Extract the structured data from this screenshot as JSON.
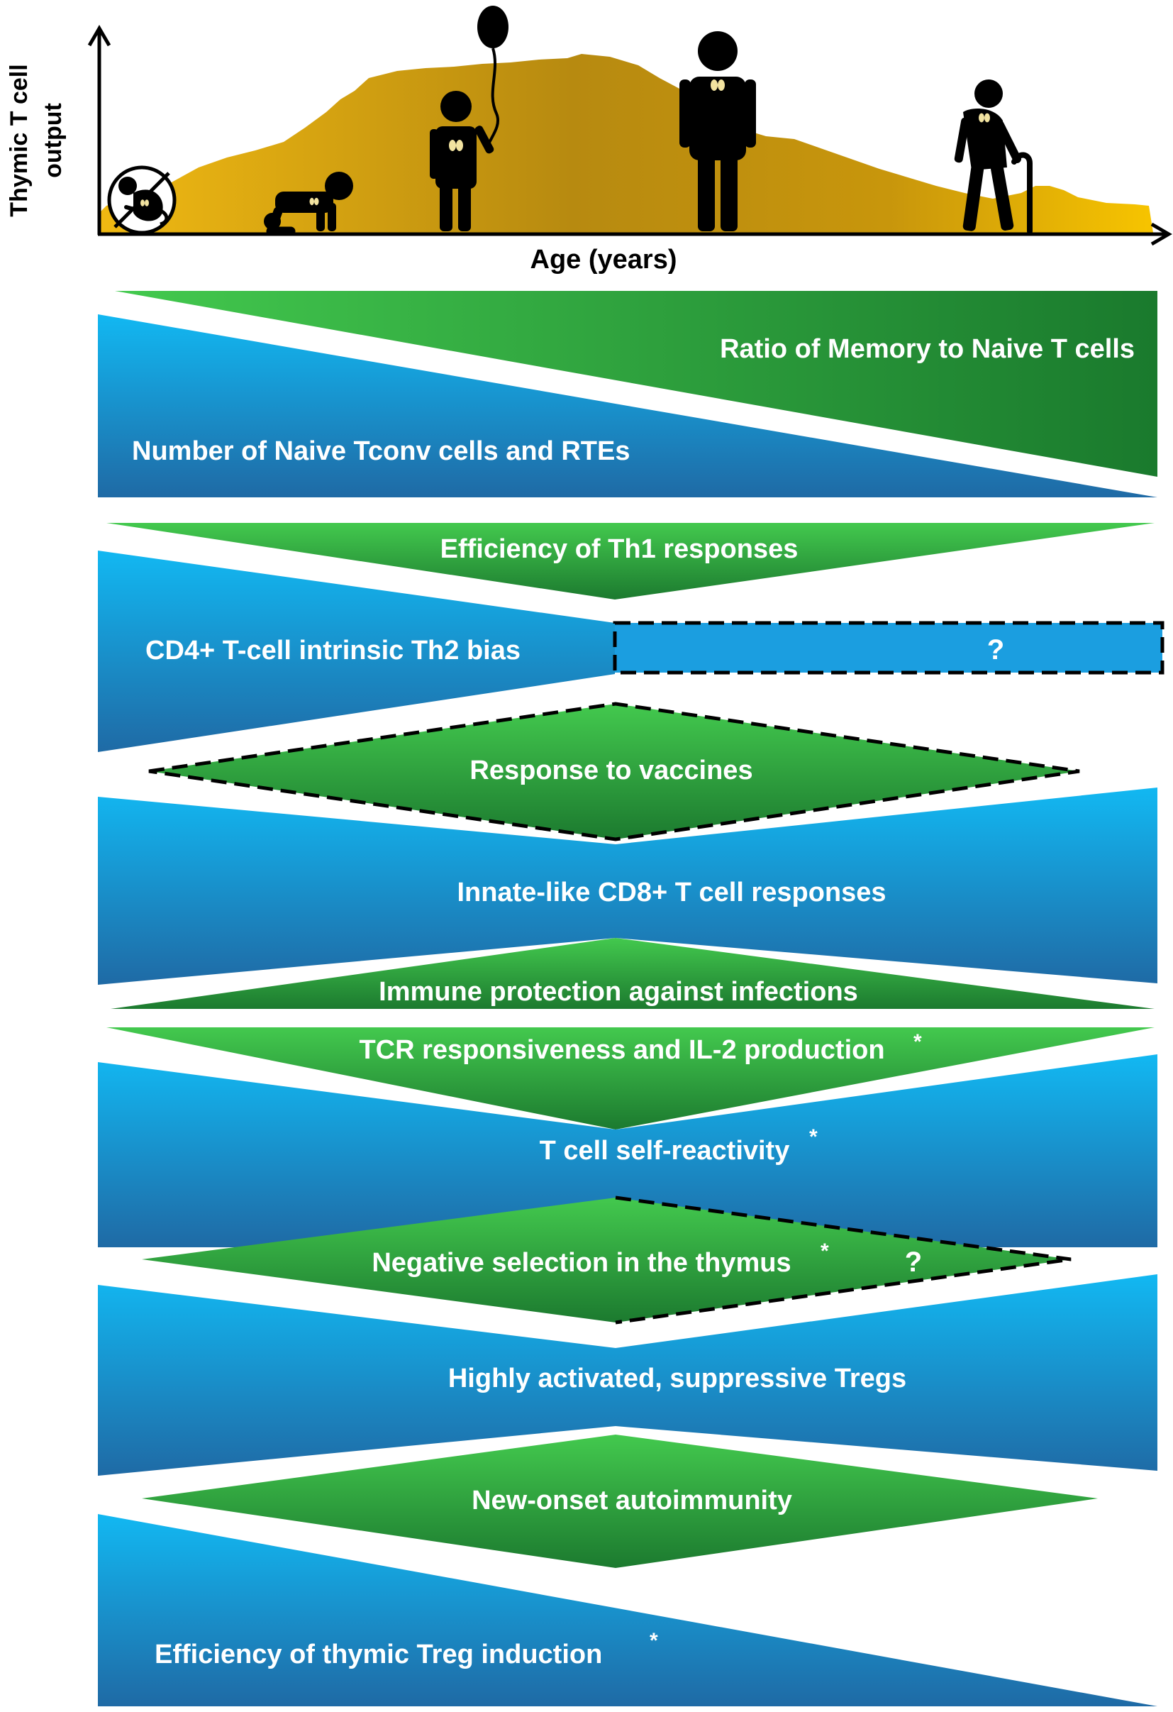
{
  "chart": {
    "y_axis_label_line1": "Thymic T cell",
    "y_axis_label_line2": "output",
    "x_axis_label": "Age (years)"
  },
  "bands": {
    "b1_green": "Ratio of Memory to Naive T cells",
    "b1_blue": "Number of Naive Tconv cells and RTEs",
    "b2_green": "Efficiency of Th1 responses",
    "b2_blue": "CD4+ T-cell intrinsic Th2 bias",
    "b2_question": "?",
    "b3_green": "Response to vaccines",
    "b3_blue": "Innate-like CD8+ T cell responses",
    "b3_green2": "Immune protection against infections",
    "b4_green": "TCR responsiveness and IL-2 production",
    "b4_green_star": "*",
    "b4_blue": "T cell self-reactivity",
    "b4_blue_star": "*",
    "b5_green": "Negative selection in the thymus",
    "b5_green_star": "*",
    "b5_question": "?",
    "b5_blue": "Highly activated, suppressive Tregs",
    "b6_green": "New-onset autoimmunity",
    "b6_blue": "Efficiency of thymic Treg induction",
    "b6_blue_star": "*"
  },
  "colors": {
    "gold": "#e8b30f",
    "gold_dark": "#b8860b",
    "blue_light": "#14b4f0",
    "blue_dark": "#1f6aa5",
    "green_light": "#3ec24a",
    "green_dark": "#1c7a2f",
    "figure": "#000000"
  },
  "icons": [
    "fetus-icon",
    "crawling-baby-icon",
    "child-with-balloon-icon",
    "adult-icon",
    "elderly-with-cane-icon",
    "thymus-icon"
  ]
}
